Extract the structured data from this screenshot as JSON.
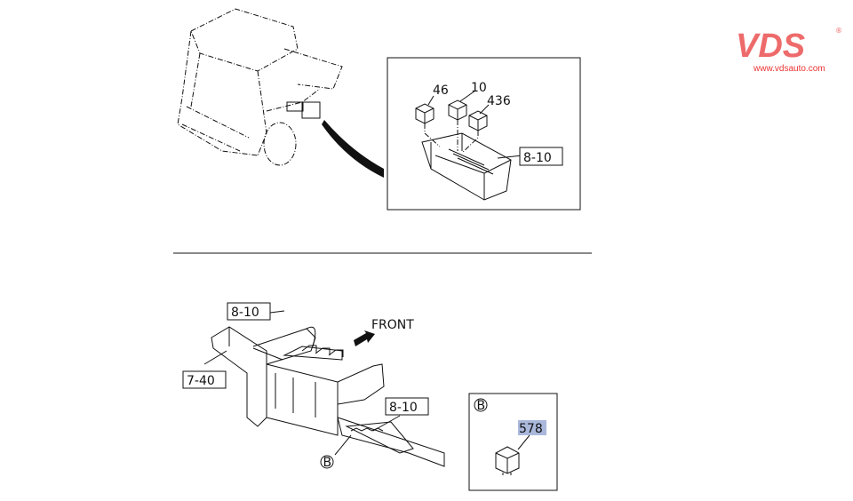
{
  "brand": {
    "logo_text": "VDS",
    "registered": "®",
    "url": "www.vdsauto.com",
    "color": "#ee6b6b"
  },
  "top_view": {
    "callouts": [
      "46",
      "10",
      "436"
    ],
    "ref_label": "8-10"
  },
  "bottom_view": {
    "ref_labels": {
      "upper": "8-10",
      "left": "7-40",
      "right": "8-10"
    },
    "direction_label": "FRONT",
    "detail_marker": "B"
  },
  "detail_b": {
    "marker": "B",
    "part_number": "578",
    "highlight_color": "#aab8dc"
  }
}
